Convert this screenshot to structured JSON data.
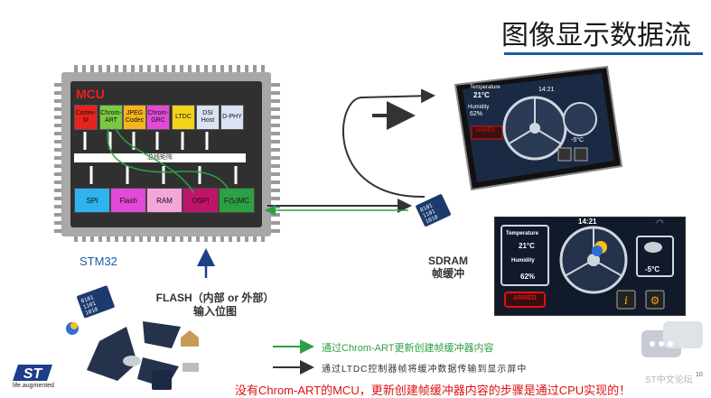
{
  "title": "图像显示数据流",
  "chip": {
    "mcu_label": "MCU",
    "bus_label": "总线矩阵",
    "top_blocks": [
      {
        "label": "Cortex-M",
        "color": "#e8231c"
      },
      {
        "label": "Chrom-ART",
        "color": "#7ac943"
      },
      {
        "label": "JPEG Codec",
        "color": "#f5b51c"
      },
      {
        "label": "Chrom-GRC",
        "color": "#e24ad6"
      },
      {
        "label": "LTDC",
        "color": "#f5d21c"
      },
      {
        "label": "DSI Host",
        "color": "#d9e3f3"
      },
      {
        "label": "D-PHY",
        "color": "#d9e3f3"
      }
    ],
    "bottom_blocks": [
      {
        "label": "SPI",
        "color": "#2eb3ec"
      },
      {
        "label": "Flash",
        "color": "#e24ad6"
      },
      {
        "label": "RAM",
        "color": "#f4a6d8"
      },
      {
        "label": "OSPI",
        "color": "#c0146a"
      },
      {
        "label": "F(S)MC",
        "color": "#2ea043"
      }
    ],
    "name": "STM32"
  },
  "flash_label": [
    "FLASH（内部 or 外部）",
    "输入位图"
  ],
  "sdram_label": [
    "SDRAM",
    "帧缓冲"
  ],
  "screen": {
    "time": "14:21",
    "temperature_label": "Temperature",
    "temperature_value": "21°C",
    "humidity_label": "Humidity",
    "humidity_value": "62%",
    "outdoor_temp": "-5°C",
    "armed_label": "ARMED"
  },
  "legend": {
    "green_text": "通过Chrom-ART更新创建帧缓冲器内容",
    "black_text": "通过LTDC控制器帧将缓冲数据传输到显示屏中",
    "green_color": "#2ea043",
    "black_color": "#333333"
  },
  "footer": "没有Chrom-ART的MCU，更新创建帧缓冲器内容的步骤是通过CPU实现的！",
  "logo_tag": "life.augmented",
  "watermark": "ST中文论坛",
  "page_number": "10"
}
